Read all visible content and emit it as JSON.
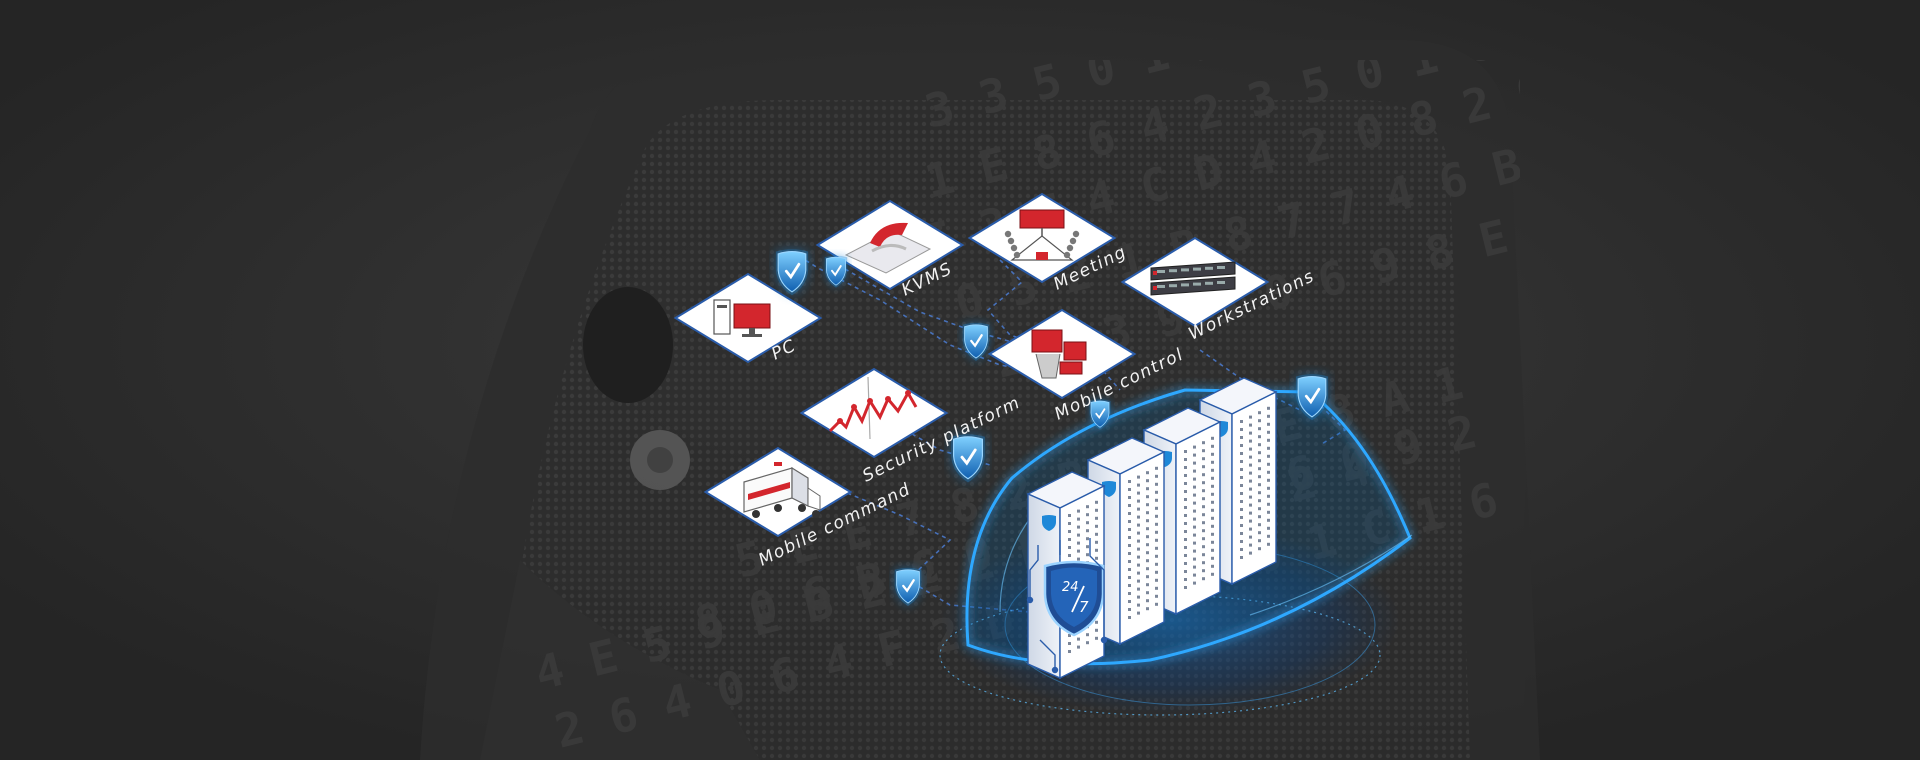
{
  "diagram": {
    "colors": {
      "background": "#252525",
      "glow": "#2fa8ff",
      "shield": "#1e88d8",
      "accent_red": "#d3262d",
      "tile_border": "#2a5caa",
      "connector": "#4a78c8"
    },
    "nodes": [
      {
        "id": "pc",
        "label": "PC",
        "icon": "pc-monitor-icon"
      },
      {
        "id": "kvms",
        "label": "KVMS",
        "icon": "kvms-device-icon"
      },
      {
        "id": "meeting",
        "label": "Meeting",
        "icon": "meeting-room-icon"
      },
      {
        "id": "workstrations",
        "label": "Workstrations",
        "icon": "rack-server-icon"
      },
      {
        "id": "mobile-control",
        "label": "Mobile control",
        "icon": "mobile-control-icon"
      },
      {
        "id": "security-platform",
        "label": "Security platform",
        "icon": "security-platform-icon"
      },
      {
        "id": "mobile-command",
        "label": "Mobile command",
        "icon": "command-truck-icon"
      }
    ],
    "center": {
      "icon": "server-cluster-icon",
      "badge_text": [
        "24",
        "7"
      ]
    },
    "background_code_rows": [
      "3 3 5 0 1 A 9 B B 6 D 3",
      "1 E 8 6 4 2 3 5 0 1 C D 4 1",
      "5 3 F 4 C D 4 2 0 8 2 0 7 5",
      "0 5 2 1 B 8 7 7 4 6 B 3 2",
      "2 1 3 9 9 0 6 9 8 E 4 C",
      "5 E E 7 8 2 B 2 C 3 E 8 A 1",
      "8 0 6 B C 9 0 A E 3 C 6 0 9 2",
      "4 E 5 9 E B 2 2 E B B 1 D E 2 4",
      "2 6 4 0 6 4 F 2 D 4 D 0 A 0 1 C 1 6"
    ]
  }
}
